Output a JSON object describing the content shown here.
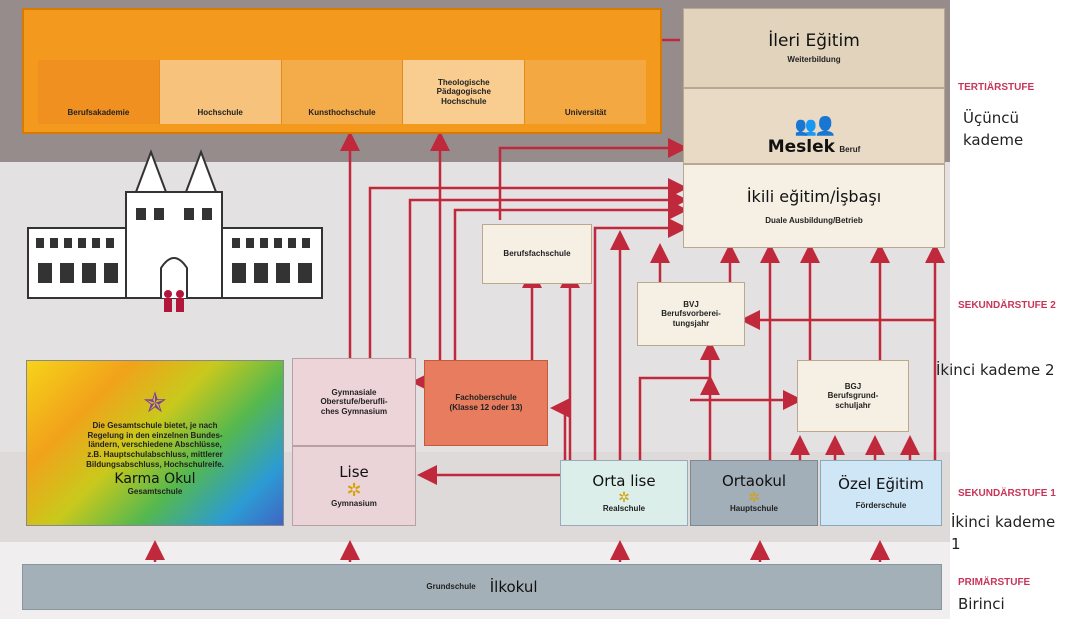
{
  "stages": {
    "tertiary": "TERTIÄRSTUFE",
    "secondary2": "SEKUNDÄRSTUFE 2",
    "secondary1": "SEKUNDÄRSTUFE 1",
    "primary": "PRIMÄRSTUFE"
  },
  "turkish_stages": {
    "tertiary_line1": "Üçüncü",
    "tertiary_line2": "kademe",
    "secondary2": "İkinci kademe 2",
    "secondary1_line1": "İkinci kademe",
    "secondary1_line2": "1",
    "primary": "Birinci"
  },
  "higher_ed": {
    "berufsakademie": "Berufsakademie",
    "hochschule": "Hochschule",
    "kunsthochschule": "Kunsthochschule",
    "theol_line1": "Theologische",
    "theol_line2": "Pädagogische",
    "theol_line3": "Hochschule",
    "universitaet": "Universität"
  },
  "ileri": {
    "tr": "İleri Eğitim",
    "de": "Weiterbildung"
  },
  "meslek": {
    "tr": "Meslek",
    "de": "Beruf"
  },
  "ikili": {
    "tr": "İkili eğitim/İşbaşı",
    "de": "Duale Ausbildung/Betrieb"
  },
  "berufsfachschule": "Berufsfachschule",
  "bvj": {
    "line1": "BVJ",
    "line2": "Berufsvorberei-",
    "line3": "tungsjahr"
  },
  "bgj": {
    "line1": "BGJ",
    "line2": "Berufsgrund-",
    "line3": "schuljahr"
  },
  "gym_ober": {
    "line1": "Gymnasiale",
    "line2": "Oberstufe/berufli-",
    "line3": "ches Gymnasium"
  },
  "fachober": {
    "line1": "Fachoberschule",
    "line2": "(Klasse 12 oder 13)"
  },
  "gesamt": {
    "line1": "Die Gesamtschule bietet, je nach",
    "line2": "Regelung in den einzelnen Bundes-",
    "line3": "ländern, verschiedene Abschlüsse,",
    "line4": "z.B. Hauptschulabschluss, mittlerer",
    "line5": "Bildungsabschluss, Hochschulreife.",
    "tr": "Karma Okul",
    "de": "Gesamtschule"
  },
  "lise": {
    "tr": "Lise",
    "de": "Gymnasium"
  },
  "orta_lise": {
    "tr": "Orta lise",
    "de": "Realschule"
  },
  "ortaokul": {
    "tr": "Ortaokul",
    "de": "Hauptschule"
  },
  "ozel": {
    "tr": "Özel Eğitim",
    "de": "Förderschule"
  },
  "grund": {
    "de": "Grundschule",
    "tr": "İlkokul"
  },
  "colors": {
    "tertiary_orange": "#f39a1e",
    "arrow_red": "#c0283c",
    "band_dark": "#968c8c",
    "band_light": "#e8e6e6"
  }
}
